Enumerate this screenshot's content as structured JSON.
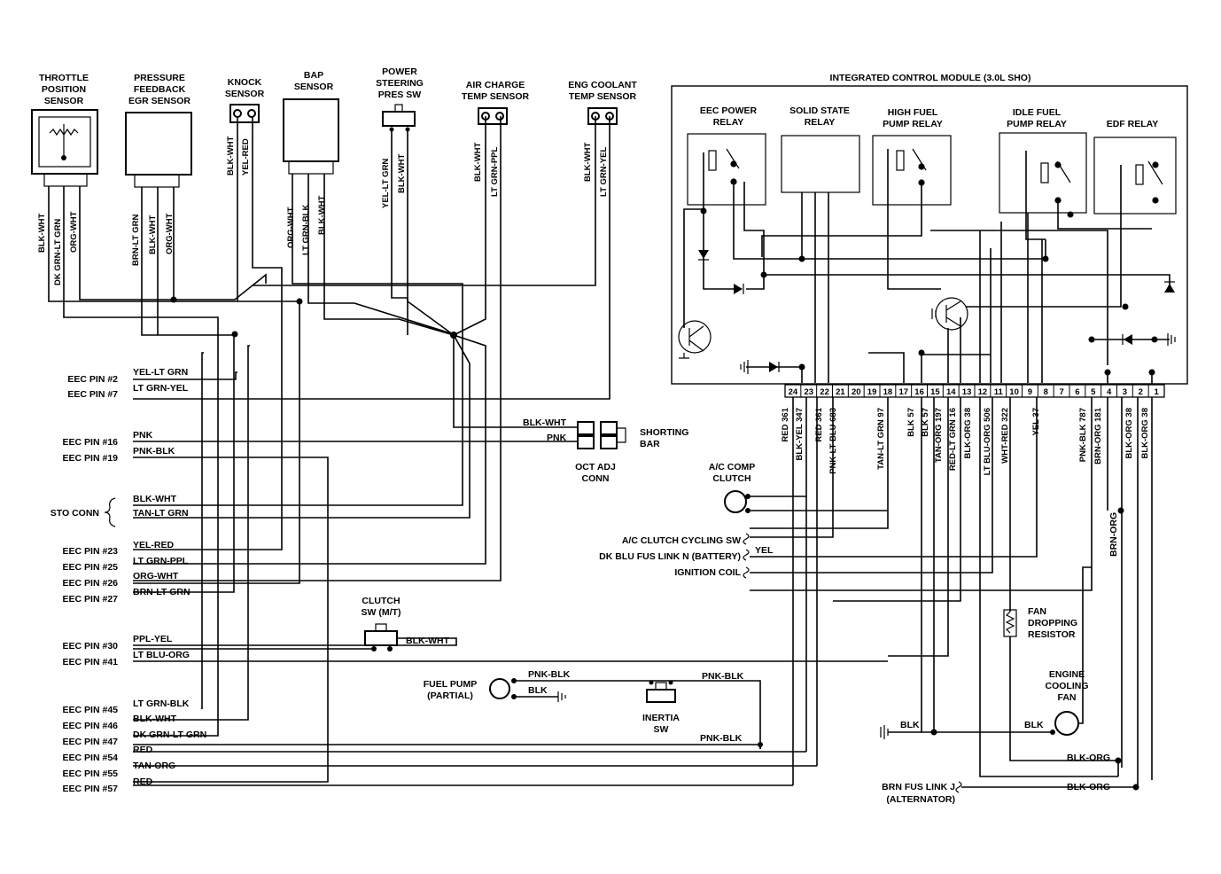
{
  "title": "INTEGRATED CONTROL MODULE (3.0L SHO)",
  "sensors": {
    "tps": [
      "THROTTLE",
      "POSITION",
      "SENSOR"
    ],
    "pfe": [
      "PRESSURE",
      "FEEDBACK",
      "EGR SENSOR"
    ],
    "knock": [
      "KNOCK",
      "SENSOR"
    ],
    "bap": [
      "BAP",
      "SENSOR"
    ],
    "pss": [
      "POWER",
      "STEERING",
      "PRES SW"
    ],
    "act": [
      "AIR CHARGE",
      "TEMP SENSOR"
    ],
    "ect": [
      "ENG COOLANT",
      "TEMP SENSOR"
    ]
  },
  "sensor_wires": {
    "tps": [
      "BLK-WHT",
      "DK GRN-LT GRN",
      "ORG-WHT"
    ],
    "pfe": [
      "BRN-LT GRN",
      "BLK-WHT",
      "ORG-WHT"
    ],
    "knock": [
      "BLK-WHT",
      "YEL-RED"
    ],
    "bap": [
      "ORG-WHT",
      "LT GRN-BLK",
      "BLK-WHT"
    ],
    "pss": [
      "YEL-LT GRN",
      "BLK-WHT"
    ],
    "act": [
      "BLK-WHT",
      "LT GRN-PPL"
    ],
    "ect": [
      "BLK-WHT",
      "LT GRN-YEL"
    ]
  },
  "relays": {
    "eec_power": [
      "EEC POWER",
      "RELAY"
    ],
    "solid_state": [
      "SOLID STATE",
      "RELAY"
    ],
    "high_fuel": [
      "HIGH FUEL",
      "PUMP RELAY"
    ],
    "idle_fuel": [
      "IDLE FUEL",
      "PUMP RELAY"
    ],
    "edf": [
      "EDF RELAY"
    ]
  },
  "pins": [
    "24",
    "23",
    "22",
    "21",
    "20",
    "19",
    "18",
    "17",
    "16",
    "15",
    "14",
    "13",
    "12",
    "11",
    "10",
    "9",
    "8",
    "7",
    "6",
    "5",
    "4",
    "3",
    "2",
    "1"
  ],
  "pin_wires": [
    "RED 361",
    "BLK-YEL 347",
    "RED 361",
    "PNK-LT BLU 683",
    "TAN-LT GRN 97",
    "BLK 57",
    "BLK 57",
    "TAN-ORG 197",
    "RED-LT GRN 16",
    "BLK-ORG 38",
    "LT BLU-ORG 506",
    "WHT-RED 322",
    "YEL 37",
    "PNK-BLK 787",
    "BRN-ORG 181",
    "BLK-ORG 38",
    "BLK-ORG 38"
  ],
  "eec_pins": [
    {
      "label": "EEC PIN #2",
      "wire": "YEL-LT GRN"
    },
    {
      "label": "EEC PIN #7",
      "wire": "LT GRN-YEL"
    },
    {
      "label": "EEC PIN #16",
      "wire": "PNK"
    },
    {
      "label": "EEC PIN #19",
      "wire": "PNK-BLK"
    },
    {
      "label": "EEC PIN #23",
      "wire": "YEL-RED"
    },
    {
      "label": "EEC PIN #25",
      "wire": "LT GRN-PPL"
    },
    {
      "label": "EEC PIN #26",
      "wire": "ORG-WHT"
    },
    {
      "label": "EEC PIN #27",
      "wire": "BRN-LT GRN"
    },
    {
      "label": "EEC PIN #30",
      "wire": "PPL-YEL"
    },
    {
      "label": "EEC PIN #41",
      "wire": "LT BLU-ORG"
    },
    {
      "label": "EEC PIN #45",
      "wire": "LT GRN-BLK"
    },
    {
      "label": "EEC PIN #46",
      "wire": "BLK-WHT"
    },
    {
      "label": "EEC PIN #47",
      "wire": "DK GRN-LT GRN"
    },
    {
      "label": "EEC PIN #54",
      "wire": "RED"
    },
    {
      "label": "EEC PIN #55",
      "wire": "TAN-ORG"
    },
    {
      "label": "EEC PIN #57",
      "wire": "RED"
    }
  ],
  "sto": {
    "label": "STO CONN",
    "wires": [
      "BLK-WHT",
      "TAN-LT GRN"
    ]
  },
  "oct": {
    "wires": [
      "BLK-WHT",
      "PNK"
    ],
    "label": [
      "OCT ADJ",
      "CONN"
    ],
    "bar": [
      "SHORTING",
      "BAR"
    ]
  },
  "clutch": {
    "label": [
      "CLUTCH",
      "SW (M/T)"
    ],
    "wire": "BLK-WHT"
  },
  "fuel_pump": {
    "label": [
      "FUEL PUMP",
      "(PARTIAL)"
    ],
    "wires": [
      "PNK-BLK",
      "BLK",
      "PNK-BLK",
      "PNK-BLK"
    ]
  },
  "inertia": [
    "INERTIA",
    "SW"
  ],
  "ac_clutch": [
    "A/C COMP",
    "CLUTCH"
  ],
  "right_labels": {
    "ac_cycling": "A/C CLUTCH CYCLING SW",
    "dk_blu": "DK BLU FUS LINK N (BATTERY)",
    "ign": "IGNITION COIL",
    "yel": "YEL",
    "fan_res": [
      "FAN",
      "DROPPING",
      "RESISTOR"
    ],
    "fan": [
      "ENGINE",
      "COOLING",
      "FAN"
    ],
    "brn_org": "BRN-ORG",
    "blk1": "BLK",
    "blk2": "BLK",
    "blk_org1": "BLK-ORG",
    "blk_org2": "BLK-ORG",
    "brn_fus": [
      "BRN FUS LINK J",
      "(ALTERNATOR)"
    ]
  }
}
